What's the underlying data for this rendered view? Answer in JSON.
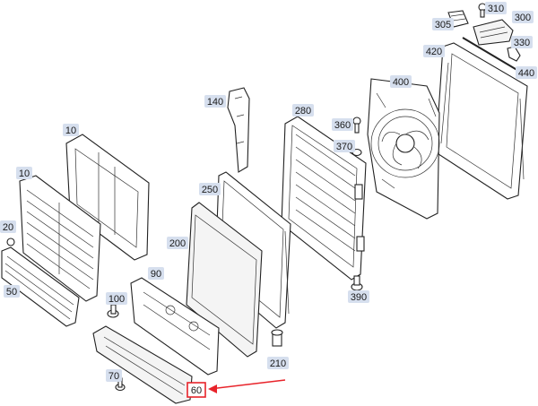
{
  "diagram": {
    "callouts": [
      {
        "id": "c310",
        "label": "310"
      },
      {
        "id": "c300",
        "label": "300"
      },
      {
        "id": "c305",
        "label": "305"
      },
      {
        "id": "c330",
        "label": "330"
      },
      {
        "id": "c420",
        "label": "420"
      },
      {
        "id": "c440",
        "label": "440"
      },
      {
        "id": "c400",
        "label": "400"
      },
      {
        "id": "c140",
        "label": "140"
      },
      {
        "id": "c280",
        "label": "280"
      },
      {
        "id": "c360",
        "label": "360"
      },
      {
        "id": "c370",
        "label": "370"
      },
      {
        "id": "c10a",
        "label": "10"
      },
      {
        "id": "c10b",
        "label": "10"
      },
      {
        "id": "c250",
        "label": "250"
      },
      {
        "id": "c20",
        "label": "20"
      },
      {
        "id": "c200",
        "label": "200"
      },
      {
        "id": "c50",
        "label": "50"
      },
      {
        "id": "c90",
        "label": "90"
      },
      {
        "id": "c390",
        "label": "390"
      },
      {
        "id": "c100",
        "label": "100"
      },
      {
        "id": "c210",
        "label": "210"
      },
      {
        "id": "c70",
        "label": "70"
      },
      {
        "id": "c60",
        "label": "60"
      }
    ],
    "highlight_color": "#e8232a",
    "badge_color": "#d6dfee"
  }
}
